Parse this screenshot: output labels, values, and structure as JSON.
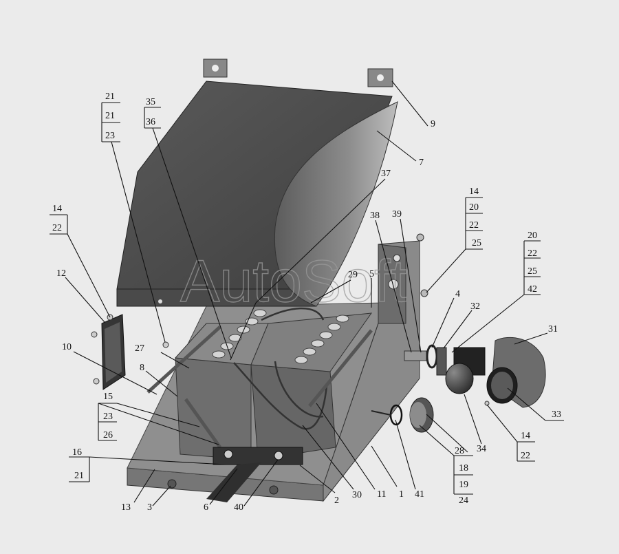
{
  "watermark": "AutoSoft",
  "colors": {
    "background": "#ebebeb",
    "parts": "#6a6a6a",
    "leader": "#111111"
  },
  "callouts": [
    {
      "id": "c21a",
      "text": "21"
    },
    {
      "id": "c21b",
      "text": "21"
    },
    {
      "id": "c23a",
      "text": "23"
    },
    {
      "id": "c35",
      "text": "35"
    },
    {
      "id": "c36",
      "text": "36"
    },
    {
      "id": "c9",
      "text": "9"
    },
    {
      "id": "c7",
      "text": "7"
    },
    {
      "id": "c37",
      "text": "37"
    },
    {
      "id": "c14a",
      "text": "14"
    },
    {
      "id": "c20a",
      "text": "20"
    },
    {
      "id": "c22a",
      "text": "22"
    },
    {
      "id": "c25a",
      "text": "25"
    },
    {
      "id": "c20b",
      "text": "20"
    },
    {
      "id": "c22b",
      "text": "22"
    },
    {
      "id": "c25b",
      "text": "25"
    },
    {
      "id": "c42",
      "text": "42"
    },
    {
      "id": "c14b",
      "text": "14"
    },
    {
      "id": "c22c",
      "text": "22"
    },
    {
      "id": "c12",
      "text": "12"
    },
    {
      "id": "c38",
      "text": "38"
    },
    {
      "id": "c39",
      "text": "39"
    },
    {
      "id": "c29",
      "text": "29"
    },
    {
      "id": "c5",
      "text": "5"
    },
    {
      "id": "c4",
      "text": "4"
    },
    {
      "id": "c32",
      "text": "32"
    },
    {
      "id": "c31",
      "text": "31"
    },
    {
      "id": "c10",
      "text": "10"
    },
    {
      "id": "c27",
      "text": "27"
    },
    {
      "id": "c8",
      "text": "8"
    },
    {
      "id": "c33",
      "text": "33"
    },
    {
      "id": "c15",
      "text": "15"
    },
    {
      "id": "c23b",
      "text": "23"
    },
    {
      "id": "c26",
      "text": "26"
    },
    {
      "id": "c14c",
      "text": "14"
    },
    {
      "id": "c22d",
      "text": "22"
    },
    {
      "id": "c16",
      "text": "16"
    },
    {
      "id": "c21c",
      "text": "21"
    },
    {
      "id": "c28",
      "text": "28"
    },
    {
      "id": "c34",
      "text": "34"
    },
    {
      "id": "c18",
      "text": "18"
    },
    {
      "id": "c19",
      "text": "19"
    },
    {
      "id": "c24",
      "text": "24"
    },
    {
      "id": "c13",
      "text": "13"
    },
    {
      "id": "c3",
      "text": "3"
    },
    {
      "id": "c6",
      "text": "6"
    },
    {
      "id": "c40",
      "text": "40"
    },
    {
      "id": "c2",
      "text": "2"
    },
    {
      "id": "c30",
      "text": "30"
    },
    {
      "id": "c11",
      "text": "11"
    },
    {
      "id": "c1",
      "text": "1"
    },
    {
      "id": "c41",
      "text": "41"
    }
  ]
}
